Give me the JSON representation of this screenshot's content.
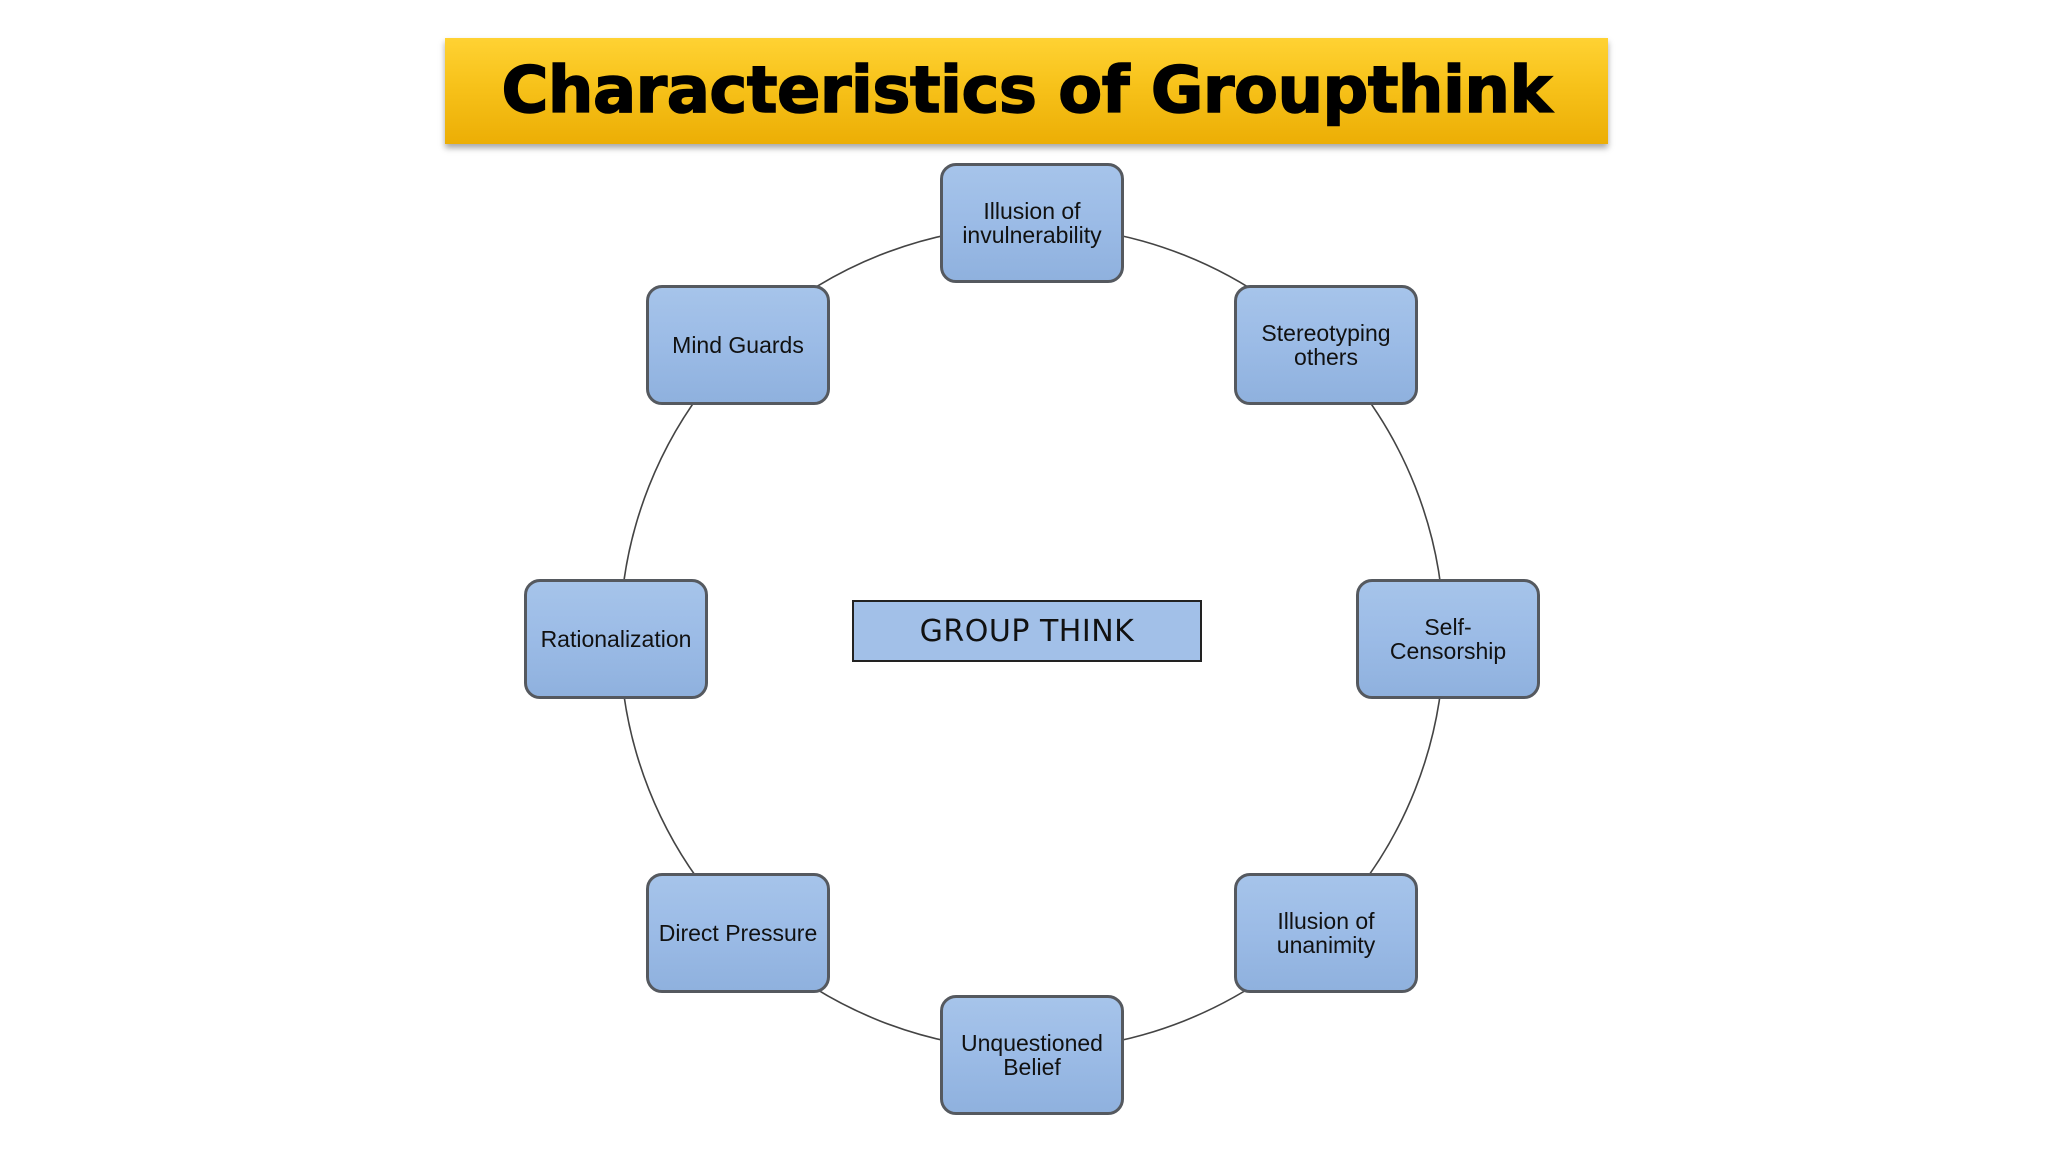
{
  "title": "Characteristics of Groupthink",
  "center": "GROUP THINK",
  "nodes": [
    {
      "id": "illusion-of-invulnerability",
      "label": "Illusion of invulnerability"
    },
    {
      "id": "stereotyping-others",
      "label": "Stereotyping others"
    },
    {
      "id": "self-censorship",
      "label": "Self- Censorship"
    },
    {
      "id": "illusion-of-unanimity",
      "label": "Illusion of unanimity"
    },
    {
      "id": "unquestioned-belief",
      "label": "Unquestioned Belief"
    },
    {
      "id": "direct-pressure",
      "label": "Direct Pressure"
    },
    {
      "id": "rationalization",
      "label": "Rationalization"
    },
    {
      "id": "mind-guards",
      "label": "Mind Guards"
    }
  ],
  "colors": {
    "banner": "#f7c21a",
    "node_fill": "#9bbbe6",
    "node_border": "#55595f",
    "center_fill": "#a2c0e8"
  }
}
